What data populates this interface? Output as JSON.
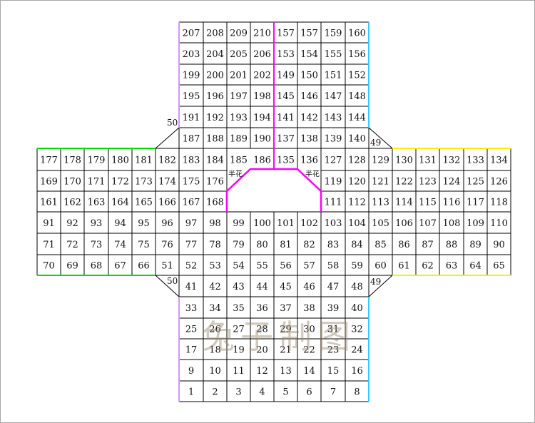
{
  "blocks": {
    "top": [
      [
        "207",
        "208",
        "209",
        "210",
        "157",
        "157",
        "159",
        "160"
      ],
      [
        "203",
        "204",
        "205",
        "206",
        "153",
        "154",
        "155",
        "156"
      ],
      [
        "199",
        "200",
        "201",
        "202",
        "149",
        "150",
        "151",
        "152"
      ],
      [
        "195",
        "196",
        "197",
        "198",
        "145",
        "146",
        "147",
        "148"
      ],
      [
        "191",
        "192",
        "193",
        "194",
        "141",
        "142",
        "143",
        "144"
      ],
      [
        "187",
        "188",
        "189",
        "190",
        "137",
        "138",
        "139",
        "140"
      ]
    ],
    "middle": [
      [
        "177",
        "178",
        "179",
        "180",
        "181",
        "182",
        "183",
        "184",
        "185",
        "186",
        "135",
        "136",
        "127",
        "128",
        "129",
        "130",
        "131",
        "132",
        "133",
        "134"
      ],
      [
        "169",
        "170",
        "171",
        "172",
        "173",
        "174",
        "175",
        "176",
        "",
        "",
        "",
        "",
        "119",
        "120",
        "121",
        "122",
        "123",
        "124",
        "125",
        "126"
      ],
      [
        "161",
        "162",
        "163",
        "164",
        "165",
        "166",
        "167",
        "168",
        "",
        "",
        "",
        "",
        "111",
        "112",
        "113",
        "114",
        "115",
        "116",
        "117",
        "118"
      ],
      [
        "91",
        "92",
        "93",
        "94",
        "95",
        "96",
        "97",
        "98",
        "99",
        "100",
        "101",
        "102",
        "103",
        "104",
        "105",
        "106",
        "107",
        "108",
        "109",
        "110"
      ],
      [
        "71",
        "72",
        "73",
        "74",
        "75",
        "76",
        "77",
        "78",
        "79",
        "80",
        "81",
        "82",
        "83",
        "84",
        "85",
        "86",
        "87",
        "88",
        "89",
        "90"
      ],
      [
        "70",
        "69",
        "68",
        "67",
        "66",
        "51",
        "52",
        "53",
        "54",
        "55",
        "56",
        "57",
        "58",
        "59",
        "60",
        "61",
        "62",
        "63",
        "64",
        "65"
      ]
    ],
    "bottom": [
      [
        "41",
        "42",
        "43",
        "44",
        "45",
        "46",
        "47",
        "48"
      ],
      [
        "33",
        "34",
        "35",
        "36",
        "37",
        "38",
        "39",
        "40"
      ],
      [
        "25",
        "26",
        "27",
        "28",
        "29",
        "30",
        "31",
        "32"
      ],
      [
        "17",
        "18",
        "19",
        "20",
        "21",
        "22",
        "23",
        "24"
      ],
      [
        "9",
        "10",
        "11",
        "12",
        "13",
        "14",
        "15",
        "16"
      ],
      [
        "1",
        "2",
        "3",
        "4",
        "5",
        "6",
        "7",
        "8"
      ]
    ]
  },
  "corner_labels": {
    "top_left": "50",
    "top_right": "49",
    "bottom_left": "50",
    "bottom_right": "49"
  },
  "notes": {
    "left": "半花",
    "right": "半花"
  },
  "watermark": "兔子制图",
  "colors": {
    "left_arm": "#00dd00",
    "right_arm": "#ffee00",
    "top_left_edge": "#cc99ff",
    "top_right_edge": "#33ccff",
    "center_divider": "#ff00ff",
    "grid": "#000000"
  }
}
